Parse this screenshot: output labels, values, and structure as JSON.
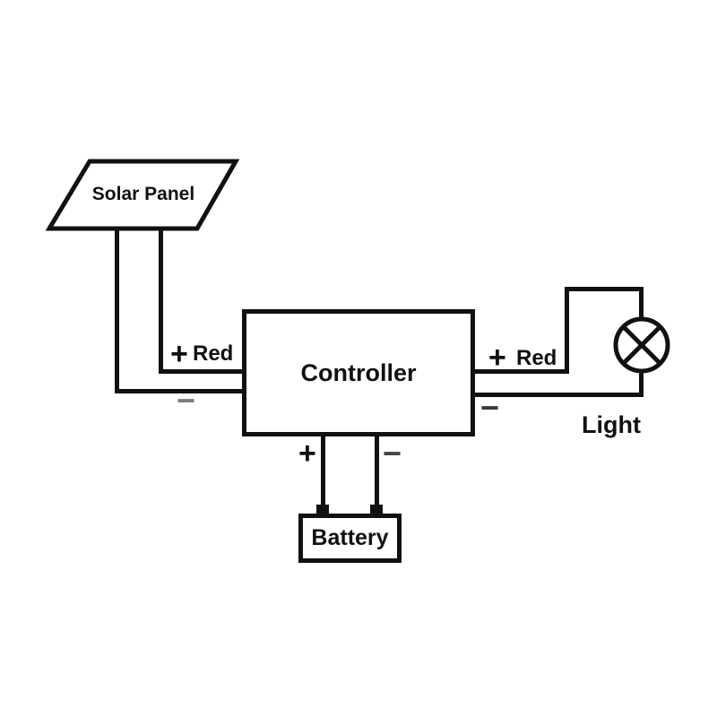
{
  "diagram": {
    "title": "solar-charge-controller-wiring-diagram",
    "background_color": "#ffffff",
    "line_color": "#111111",
    "minus_gray_color": "#7d7d7d",
    "nodes": {
      "solar_panel": {
        "label": "Solar Panel",
        "shape": "parallelogram"
      },
      "controller": {
        "label": "Controller",
        "shape": "rectangle"
      },
      "battery": {
        "label": "Battery",
        "shape": "rectangle"
      },
      "light": {
        "label": "Light",
        "shape": "lamp-circle-x"
      }
    },
    "wire_labels": {
      "panel_plus": "+",
      "panel_red": "Red",
      "panel_minus": "−",
      "light_plus": "+",
      "light_red": "Red",
      "light_minus": "−",
      "battery_plus": "+",
      "battery_minus": "−"
    },
    "connections": [
      "solar_panel + (Red) -> controller left",
      "solar_panel − -> controller left",
      "controller right + (Red) -> light",
      "controller right − -> light",
      "controller bottom + -> battery",
      "controller bottom − -> battery"
    ]
  }
}
